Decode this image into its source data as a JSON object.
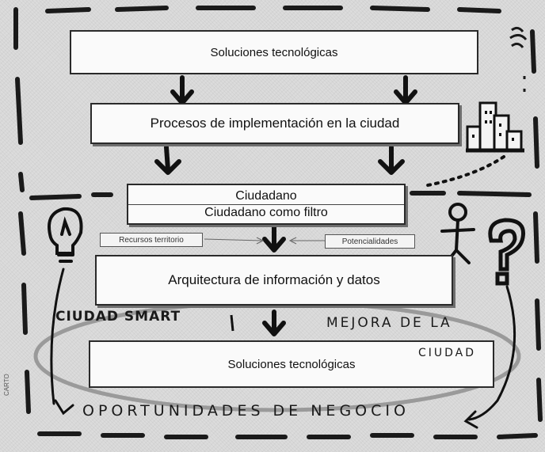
{
  "diagram": {
    "top_box": "Soluciones tecnológicas",
    "process_box": "Procesos de implementación en la ciudad",
    "citizen_title": "Ciudadano",
    "citizen_filter": "Ciudadano como filtro",
    "side_left": "Recursos territorio",
    "side_right": "Potencialidades",
    "architecture_box": "Arquitectura de información y datos",
    "bottom_box": "Soluciones tecnológicas",
    "smart_city": "CIUDAD SMART",
    "improvement_line1": "MEJORA DE LA",
    "improvement_line2": "CIUDAD",
    "business": "OPORTUNIDADES DE NEGOCIO",
    "credit": "CARTO"
  },
  "icons": [
    "lightbulb-icon",
    "question-mark-icon",
    "person-icon",
    "buildings-icon"
  ]
}
